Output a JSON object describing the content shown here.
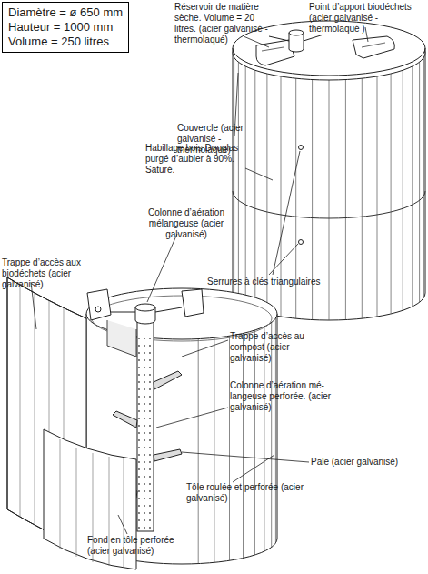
{
  "diagram": {
    "nodes": [
      {
        "text": [
          "Diamètre = ø 650 mm",
          "Hauteur = 1000 mm",
          "Volume = 250 litres"
        ]
      }
    ],
    "labels": [
      "Réservoir de matière sèche. Volume = 20 litres. (acier galvanisé - thermolaqué)",
      "Point d’apport biodéchets (acier galvanisé - thermolaqué )",
      "Couvercle (acier galvanisé - thermolaqué)",
      "Habillage bois Douglas purgé d’aubier à 90%. Saturé.",
      "Colonne d’aération mélangeuse (acier galvanisé)",
      "Serrures à clés triangulaires",
      "Trappe d’accès aux biodéchets (acier galvanisé)",
      "Trappe d’accès au compost (acier galvanisé)",
      "Colonne d’aération mé- langeuse perforée. (acier galvanisé)",
      "Pale (acier galvanisé)",
      "Tôle roulée et perforée (acier galvanisé)",
      "Fond en tôle perforée (acier galvanisé)"
    ]
  }
}
